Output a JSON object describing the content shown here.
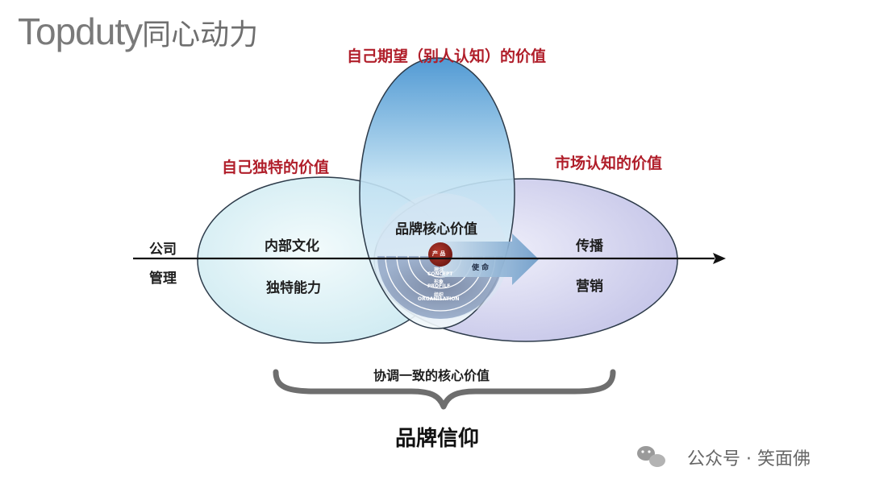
{
  "logo": {
    "text": "Topduty",
    "cn": "同心动力"
  },
  "labels": {
    "top_title": "自己期望（别人认知）的价值",
    "left_title": "自己独特的价值",
    "right_title": "市场认知的价值",
    "left_axis_1": "公司",
    "left_axis_2": "管理",
    "left_inner_1": "内部文化",
    "left_inner_2": "独特能力",
    "center": "品牌核心价值",
    "right_inner_1": "传播",
    "right_inner_2": "营销",
    "product": "产 品",
    "mission": "使  命",
    "concept_cn": "理念",
    "concept_en": "CONCEPT",
    "profile_cn": "形象",
    "profile_en": "PROFILE",
    "org_cn": "组织",
    "org_en": "ORGANISATION",
    "brace_label": "协调一致的核心价值",
    "bottom_title": "品牌信仰"
  },
  "watermark": {
    "text": "公众号 · 笑面佛"
  },
  "colors": {
    "accent_red": "#b01e2a",
    "arrow_blue": "#6b9bc8",
    "core_red": "#8b1a1a"
  }
}
